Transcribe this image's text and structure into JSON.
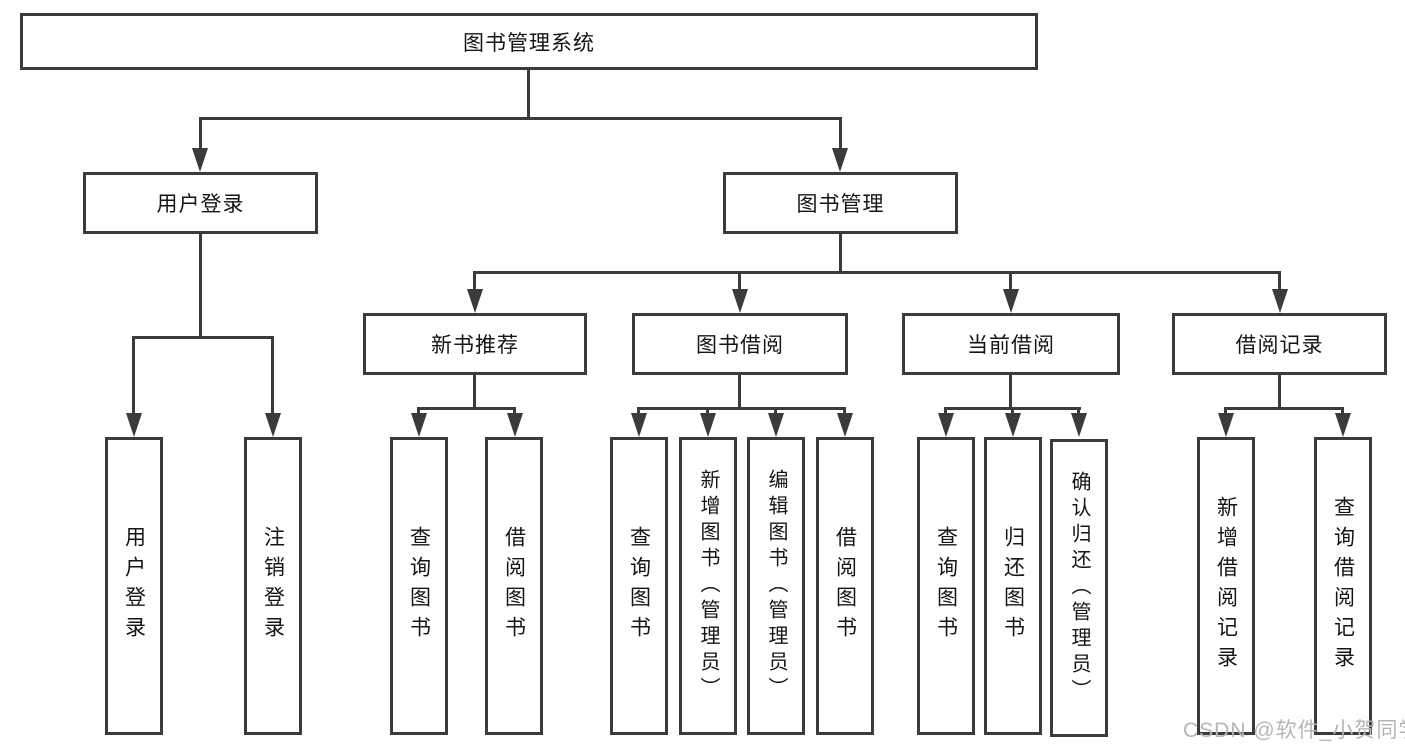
{
  "root": {
    "label": "图书管理系统"
  },
  "level2": {
    "user_login": "用户登录",
    "book_mgmt": "图书管理"
  },
  "level3": {
    "new_books": "新书推荐",
    "book_borrow": "图书借阅",
    "current_borrow": "当前借阅",
    "borrow_records": "借阅记录"
  },
  "leaves": {
    "login": "用户登录",
    "logout": "注销登录",
    "nb_query": "查询图书",
    "nb_borrow": "借阅图书",
    "bb_query": "查询图书",
    "bb_add": "新增图书（管理员）",
    "bb_edit": "编辑图书（管理员）",
    "bb_borrow": "借阅图书",
    "cb_query": "查询图书",
    "cb_return": "归还图书",
    "cb_confirm": "确认归还（管理员）",
    "br_add": "新增借阅记录",
    "br_query": "查询借阅记录"
  },
  "watermark": {
    "text": "CSDN @软件_小贺同学"
  },
  "colors": {
    "line": "#3b3b3b",
    "text": "#151515",
    "watermark": "#b6b6b6"
  }
}
